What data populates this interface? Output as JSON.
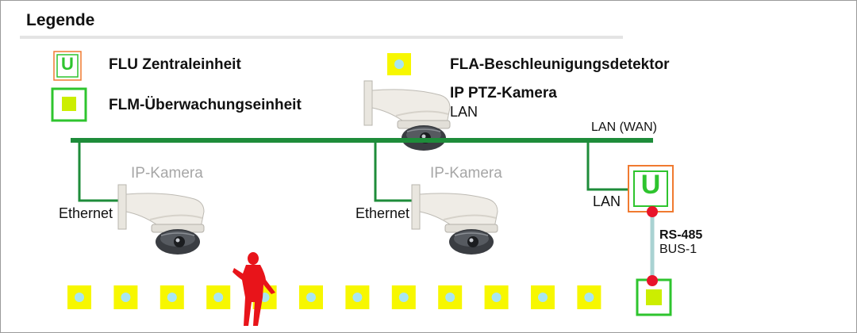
{
  "legend": {
    "title": "Legende",
    "flu_label": "FLU Zentraleinheit",
    "flm_label": "FLM-Überwachungseinheit",
    "fla_label": "FLA-Beschleunigungsdetektor",
    "ptz_label": "IP PTZ-Kamera",
    "ptz_sub": "LAN",
    "flu_symbol": "U"
  },
  "network": {
    "wan_label": "LAN  (WAN)",
    "camera1_label": "IP-Kamera",
    "camera2_label": "IP-Kamera",
    "ethernet1_label": "Ethernet",
    "ethernet2_label": "Ethernet",
    "lan_label": "LAN",
    "flu_symbol": "U",
    "rs485_label": "RS-485",
    "bus_label": "BUS-1"
  },
  "detectors": {
    "count": 12
  },
  "colors": {
    "network_line": "#1e8c3a",
    "flu_border": "#f07a30",
    "flu_inner": "#2ec42e",
    "flm_border": "#2ec42e",
    "flm_fill": "#ccee00",
    "detector_fill": "#f7f700",
    "detector_dot": "#a8e6f2",
    "rs485_line": "#a9d2d2",
    "rs485_node": "#e8142a",
    "person": "#e8141a"
  }
}
